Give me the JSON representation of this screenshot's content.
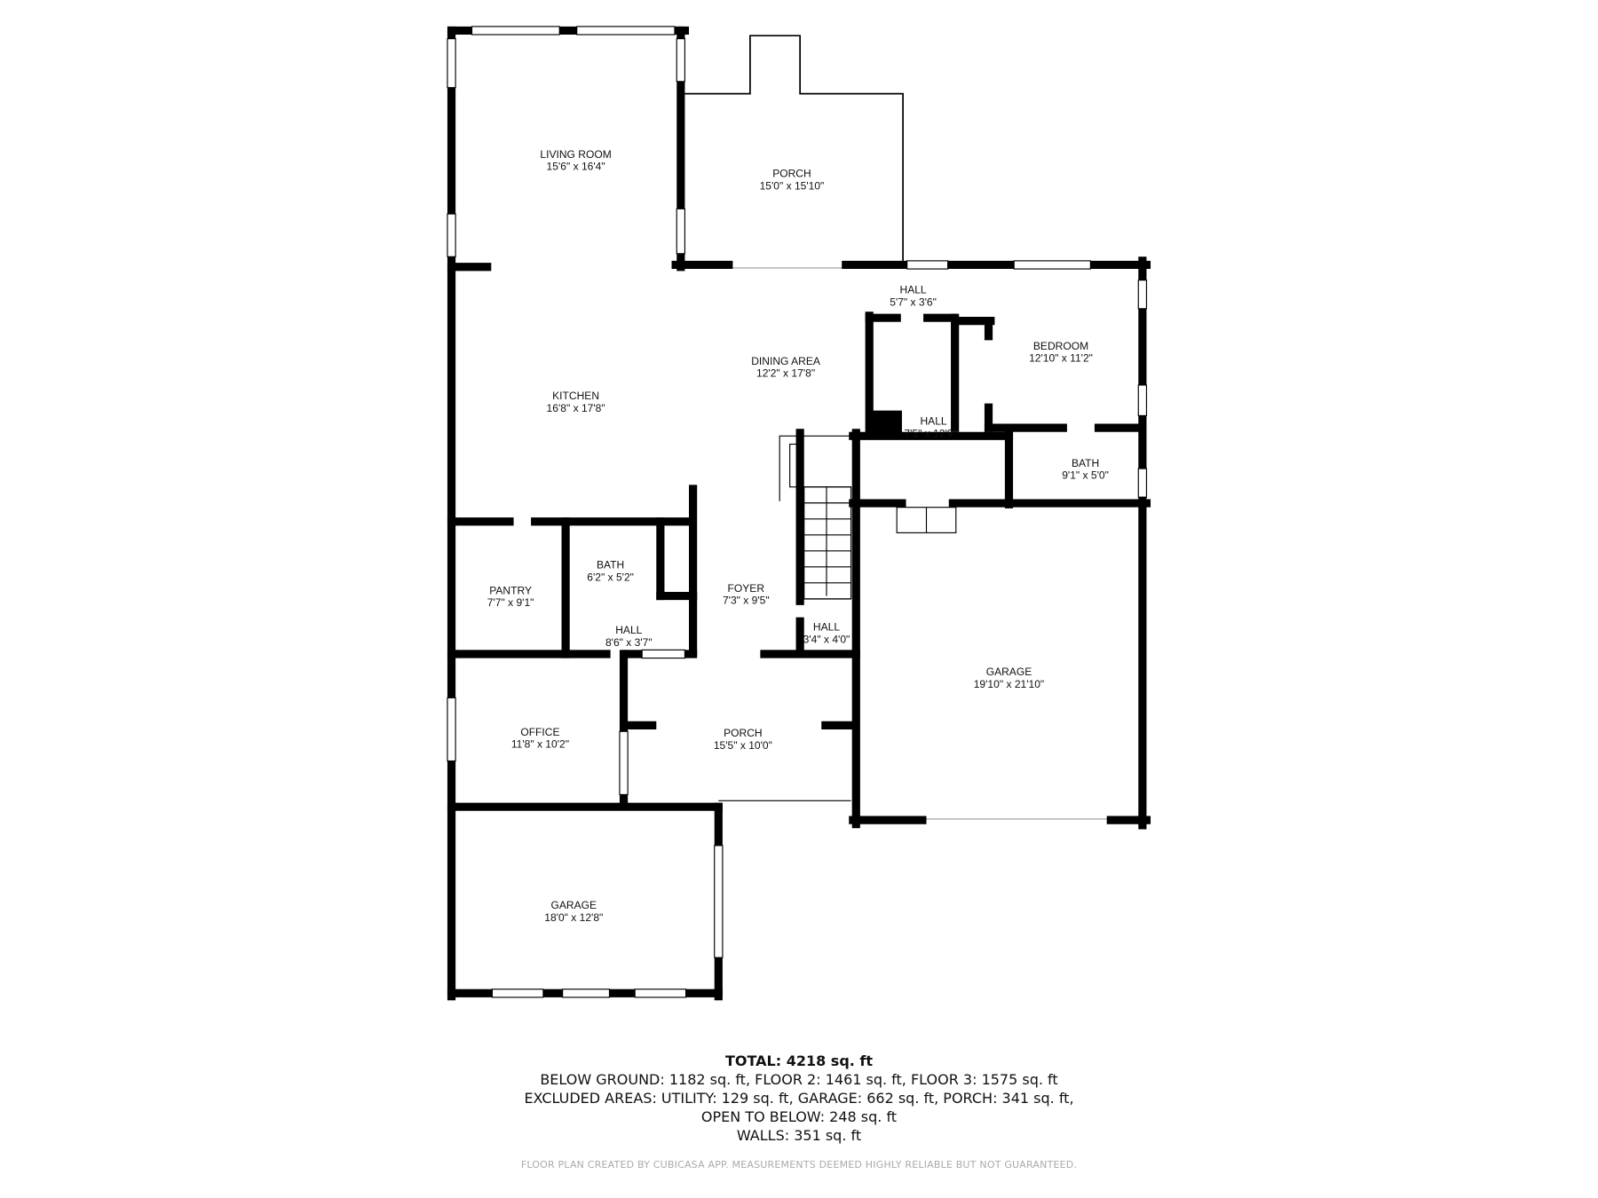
{
  "rooms": [
    {
      "name": "LIVING ROOM",
      "dims": "15'6\" x 16'4\""
    },
    {
      "name": "PORCH",
      "dims": "15'0\" x 15'10\""
    },
    {
      "name": "HALL",
      "dims": "5'7\" x 3'6\""
    },
    {
      "name": "BEDROOM",
      "dims": "12'10\" x 11'2\""
    },
    {
      "name": "DINING AREA",
      "dims": "12'2\" x 17'8\""
    },
    {
      "name": "KITCHEN",
      "dims": "16'8\" x 17'8\""
    },
    {
      "name": "HALL",
      "dims": "7'5\" x 12'9\""
    },
    {
      "name": "BATH",
      "dims": "9'1\" x 5'0\""
    },
    {
      "name": "BATH",
      "dims": "6'2\" x 5'2\""
    },
    {
      "name": "PANTRY",
      "dims": "7'7\" x 9'1\""
    },
    {
      "name": "FOYER",
      "dims": "7'3\" x 9'5\""
    },
    {
      "name": "HALL",
      "dims": "8'6\" x 3'7\""
    },
    {
      "name": "HALL",
      "dims": "3'4\" x 4'0\""
    },
    {
      "name": "GARAGE",
      "dims": "19'10\" x 21'10\""
    },
    {
      "name": "OFFICE",
      "dims": "11'8\" x 10'2\""
    },
    {
      "name": "PORCH",
      "dims": "15'5\" x 10'0\""
    },
    {
      "name": "GARAGE",
      "dims": "18'0\" x 12'8\""
    }
  ],
  "summary": {
    "total": "TOTAL: 4218 sq. ft",
    "line1": "BELOW GROUND: 1182 sq. ft, FLOOR 2: 1461 sq. ft, FLOOR 3: 1575 sq. ft",
    "line2": "EXCLUDED AREAS: UTILITY: 129 sq. ft, GARAGE: 662 sq. ft, PORCH: 341 sq. ft,",
    "line3": "OPEN TO BELOW: 248 sq. ft",
    "line4": "WALLS: 351 sq. ft",
    "credit": "FLOOR PLAN CREATED BY CUBICASA APP. MEASUREMENTS DEEMED HIGHLY RELIABLE BUT NOT GUARANTEED."
  },
  "colors": {
    "wall": "#000000",
    "background": "#ffffff",
    "credit": "#aaaaaa"
  }
}
